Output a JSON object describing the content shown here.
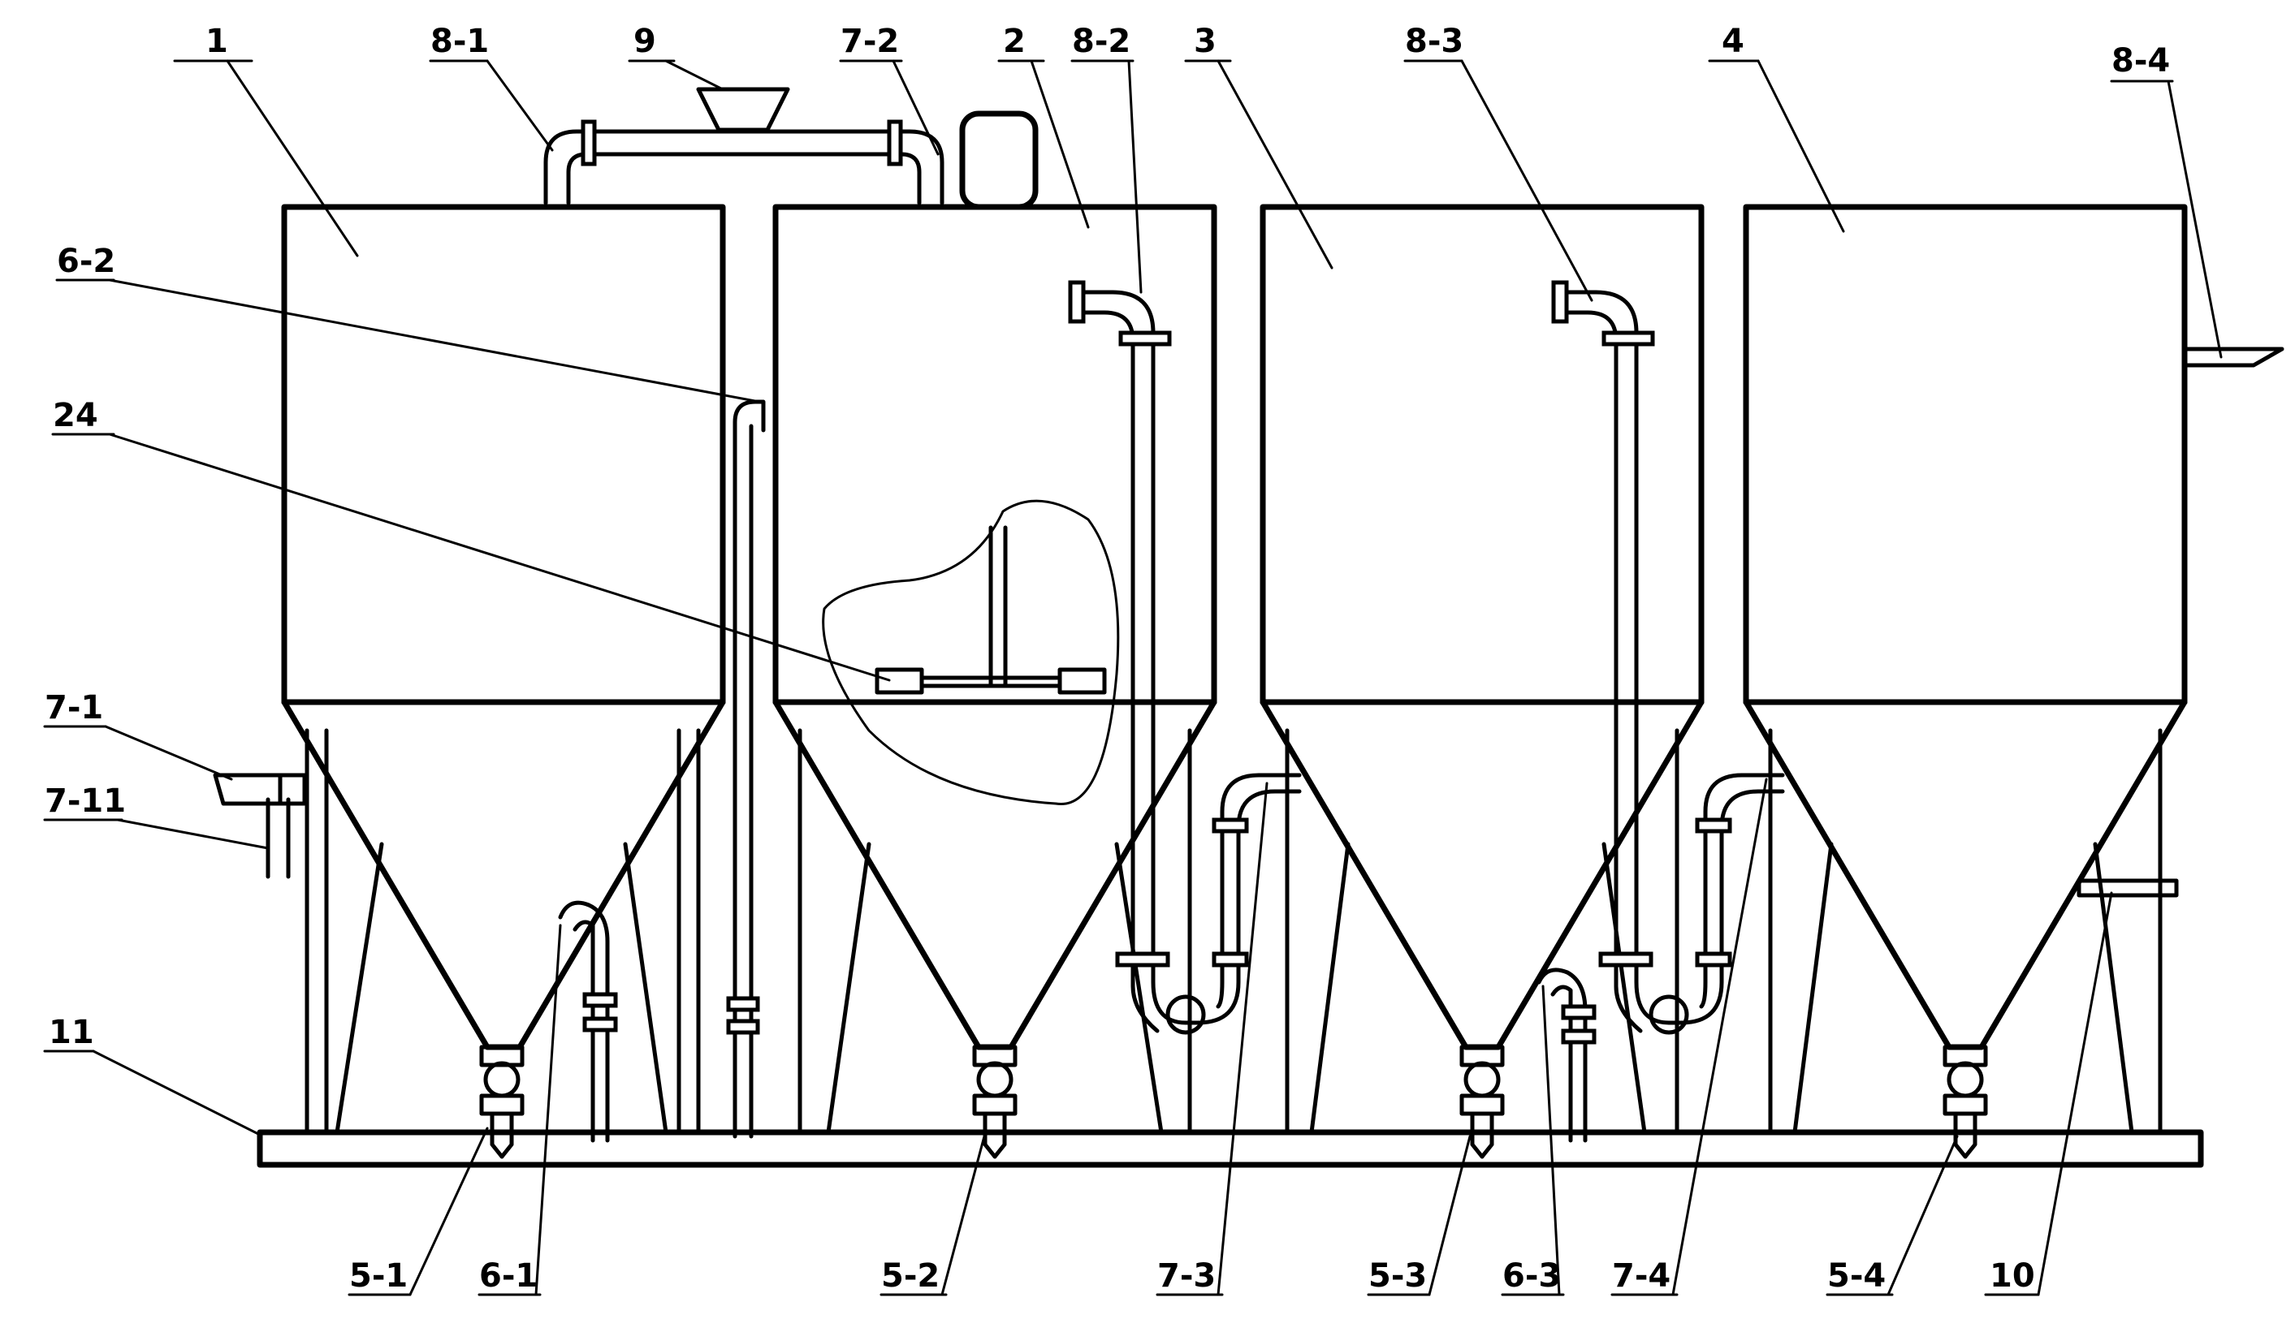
{
  "labels": {
    "l1": "1",
    "l2": "2",
    "l3": "3",
    "l4": "4",
    "l5_1": "5-1",
    "l5_2": "5-2",
    "l5_3": "5-3",
    "l5_4": "5-4",
    "l6_1": "6-1",
    "l6_2": "6-2",
    "l6_3": "6-3",
    "l7_1": "7-1",
    "l7_11": "7-11",
    "l7_2": "7-2",
    "l7_3": "7-3",
    "l7_4": "7-4",
    "l8_1": "8-1",
    "l8_2": "8-2",
    "l8_3": "8-3",
    "l8_4": "8-4",
    "l9": "9",
    "l10": "10",
    "l11": "11",
    "l24": "24"
  }
}
